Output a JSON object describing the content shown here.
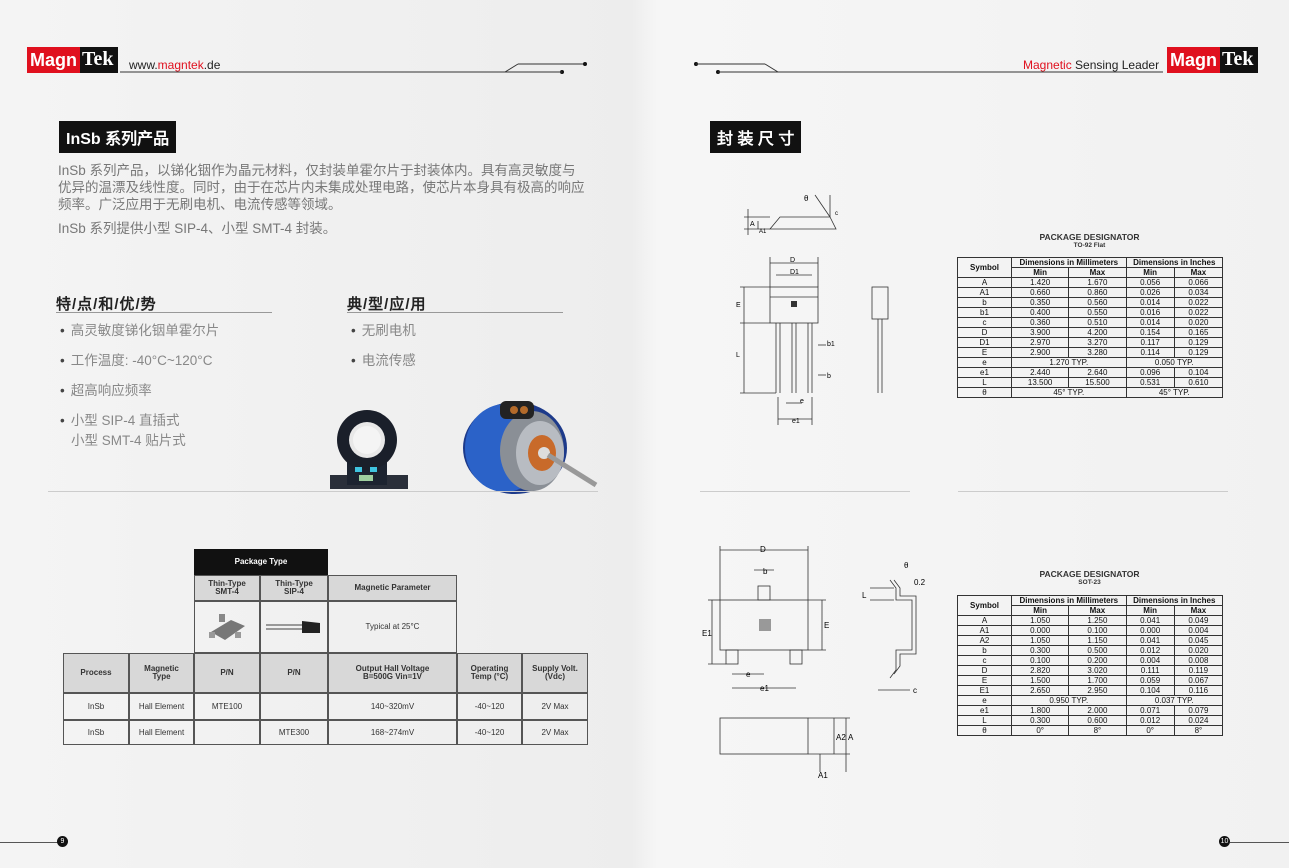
{
  "left_header": {
    "logo_magn": "Magn",
    "logo_tek": "Tek",
    "site_prefix": "www.",
    "site_brand": "magntek",
    "site_suffix": ".de"
  },
  "right_header": {
    "tagline_red": "Magnetic",
    "tagline_rest": " Sensing Leader",
    "logo_magn": "Magn",
    "logo_tek": "Tek"
  },
  "left": {
    "section_title": "InSb  系列产品",
    "intro_1": "InSb 系列产品，以锑化铟作为晶元材料，仅封装单霍尔片于封装体内。具有高灵敏度与优异的温漂及线性度。同时，由于在芯片内未集成处理电路，使芯片本身具有极高的响应频率。广泛应用于无刷电机、电流传感等领域。",
    "intro_2": "InSb 系列提供小型 SIP-4、小型 SMT-4 封装。",
    "features_title": "特/点/和/优/势",
    "features": [
      "高灵敏度锑化铟单霍尔片",
      "工作温度: -40°C~120°C",
      "超高响应频率",
      "小型 SIP-4 直插式",
      "小型 SMT-4 贴片式"
    ],
    "apps_title": "典/型/应/用",
    "apps": [
      "无刷电机",
      "电流传感"
    ],
    "table": {
      "package_type": "Package Type",
      "thin_smt": "Thin-Type\nSMT-4",
      "thin_sip": "Thin-Type\nSIP-4",
      "magnetic_param": "Magnetic Parameter",
      "typical": "Typical at 25°C",
      "headers": [
        "Process",
        "Magnetic\nType",
        "P/N",
        "P/N",
        "Output Hall Voltage\nB=500G   Vin=1V",
        "Operating\nTemp (°C)",
        "Supply Volt.\n(Vdc)"
      ],
      "rows": [
        [
          "InSb",
          "Hall Element",
          "MTE100",
          "",
          "140~320mV",
          "-40~120",
          "2V Max"
        ],
        [
          "InSb",
          "Hall Element",
          "",
          "MTE300",
          "168~274mV",
          "-40~120",
          "2V Max"
        ]
      ]
    },
    "page_number": "9"
  },
  "right": {
    "section_title": "封 装 尺 寸",
    "to92": {
      "designator": "PACKAGE DESIGNATOR",
      "sub": "TO-92 Flat",
      "hdr_symbol": "Symbol",
      "hdr_mm": "Dimensions in Millimeters",
      "hdr_in": "Dimensions in Inches",
      "hdr_min": "Min",
      "hdr_max": "Max",
      "rows": [
        [
          "A",
          "1.420",
          "1.670",
          "0.056",
          "0.066"
        ],
        [
          "A1",
          "0.660",
          "0.860",
          "0.026",
          "0.034"
        ],
        [
          "b",
          "0.350",
          "0.560",
          "0.014",
          "0.022"
        ],
        [
          "b1",
          "0.400",
          "0.550",
          "0.016",
          "0.022"
        ],
        [
          "c",
          "0.360",
          "0.510",
          "0.014",
          "0.020"
        ],
        [
          "D",
          "3.900",
          "4.200",
          "0.154",
          "0.165"
        ],
        [
          "D1",
          "2.970",
          "3.270",
          "0.117",
          "0.129"
        ],
        [
          "E",
          "2.900",
          "3.280",
          "0.114",
          "0.129"
        ],
        [
          "e",
          "1.270 TYP.",
          "",
          "0.050 TYP.",
          ""
        ],
        [
          "e1",
          "2.440",
          "2.640",
          "0.096",
          "0.104"
        ],
        [
          "L",
          "13.500",
          "15.500",
          "0.531",
          "0.610"
        ],
        [
          "θ",
          "45° TYP.",
          "",
          "45° TYP.",
          ""
        ]
      ]
    },
    "sot23": {
      "designator": "PACKAGE DESIGNATOR",
      "sub": "SOT-23",
      "hdr_symbol": "Symbol",
      "hdr_mm": "Dimensions in Millimeters",
      "hdr_in": "Dimensions in Inches",
      "hdr_min": "Min",
      "hdr_max": "Max",
      "rows": [
        [
          "A",
          "1.050",
          "1.250",
          "0.041",
          "0.049"
        ],
        [
          "A1",
          "0.000",
          "0.100",
          "0.000",
          "0.004"
        ],
        [
          "A2",
          "1.050",
          "1.150",
          "0.041",
          "0.045"
        ],
        [
          "b",
          "0.300",
          "0.500",
          "0.012",
          "0.020"
        ],
        [
          "c",
          "0.100",
          "0.200",
          "0.004",
          "0.008"
        ],
        [
          "D",
          "2.820",
          "3.020",
          "0.111",
          "0.119"
        ],
        [
          "E",
          "1.500",
          "1.700",
          "0.059",
          "0.067"
        ],
        [
          "E1",
          "2.650",
          "2.950",
          "0.104",
          "0.116"
        ],
        [
          "e",
          "0.950 TYP.",
          "",
          "0.037 TYP.",
          ""
        ],
        [
          "e1",
          "1.800",
          "2.000",
          "0.071",
          "0.079"
        ],
        [
          "L",
          "0.300",
          "0.600",
          "0.012",
          "0.024"
        ],
        [
          "θ",
          "0°",
          "8°",
          "0°",
          "8°"
        ]
      ]
    },
    "drawing_labels": {
      "A": "A",
      "A1": "A1",
      "A2": "A2",
      "D": "D",
      "D1": "D1",
      "E": "E",
      "E1": "E1",
      "L": "L",
      "b": "b",
      "b1": "b1",
      "c": "c",
      "e": "e",
      "e1": "e1",
      "theta": "θ",
      "v02": "0.2"
    },
    "page_number": "10"
  }
}
